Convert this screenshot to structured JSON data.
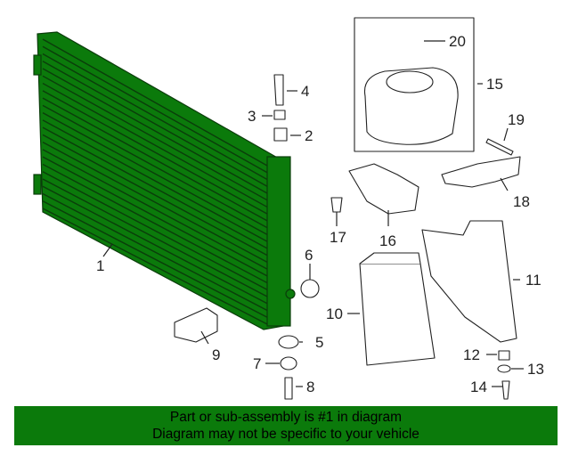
{
  "colors": {
    "highlight": "#0b7a0b",
    "banner": "#0b7a0b",
    "line": "#222222"
  },
  "callouts": {
    "c1": "1",
    "c2": "2",
    "c3": "3",
    "c4": "4",
    "c5": "5",
    "c6": "6",
    "c7": "7",
    "c8": "8",
    "c9": "9",
    "c10": "10",
    "c11": "11",
    "c12": "12",
    "c13": "13",
    "c14": "14",
    "c15": "15",
    "c16": "16",
    "c17": "17",
    "c18": "18",
    "c19": "19",
    "c20": "20"
  },
  "banner": {
    "line1": "Part or sub-assembly is #1 in diagram",
    "line2": "Diagram may not be specific to your vehicle"
  }
}
